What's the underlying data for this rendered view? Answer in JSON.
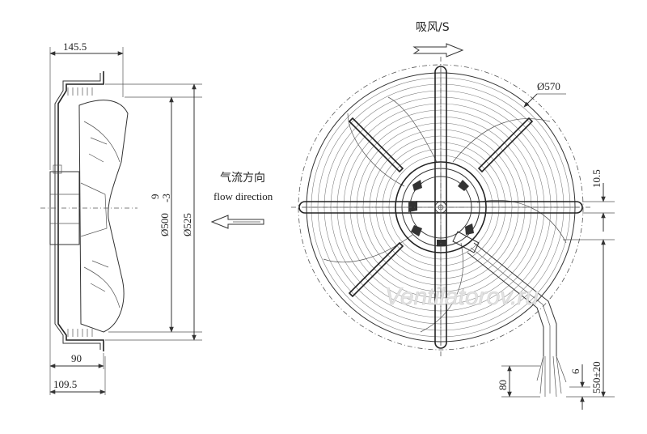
{
  "side_view": {
    "dim_depth_total": "145.5",
    "dim_depth_motor": "90",
    "dim_depth_base": "109.5",
    "dim_blade_diameter": "Ø500",
    "dim_guard_diameter": "Ø525",
    "dim_clearance": "9",
    "dim_clearance_tol": "-3"
  },
  "flow": {
    "label_cn": "气流方向",
    "label_en": "flow direction"
  },
  "front_view": {
    "rotation_label": "吸风/S",
    "dim_outer_diameter": "Ø570",
    "dim_mount_thickness": "10.5",
    "dim_cable_length": "550±20",
    "dim_wire_strip": "80",
    "dim_wire_end": "6"
  },
  "watermark": "Ventilatorov.ru"
}
